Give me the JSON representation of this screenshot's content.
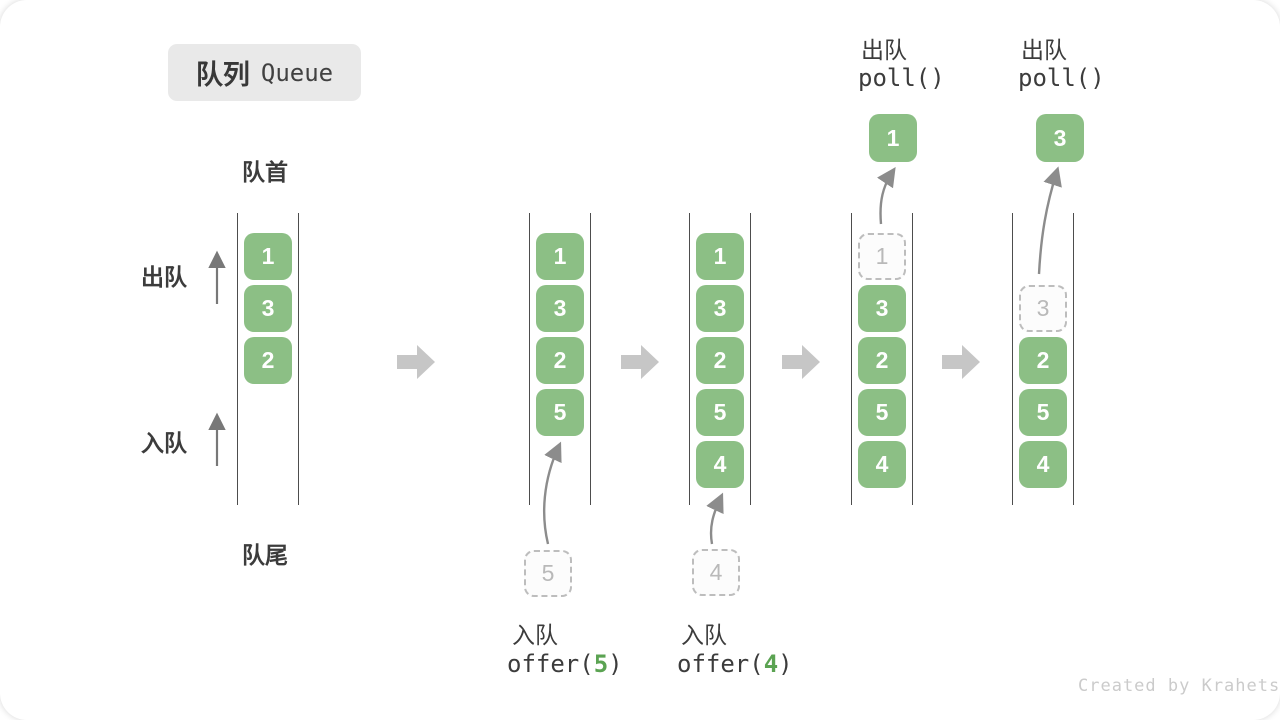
{
  "title": {
    "zh": "队列",
    "en": "Queue"
  },
  "labels": {
    "front": "队首",
    "rear": "队尾",
    "dequeue": "出队",
    "enqueue": "入队"
  },
  "watermark": "Created by Krahets",
  "colors": {
    "box_green": "#8cbf85",
    "code_arg_green": "#5ba352",
    "transition_arrow_grey": "#c6c6c6",
    "flow_arrow_grey": "#8c8c8c",
    "dark_text": "#3c3c3c",
    "dashed_grey": "#bdbdbd",
    "title_bg": "#e9e9e9"
  },
  "states": [
    {
      "name": "initial",
      "boxes": [
        {
          "value": "1",
          "style": "filled"
        },
        {
          "value": "3",
          "style": "filled"
        },
        {
          "value": "2",
          "style": "filled"
        }
      ]
    },
    {
      "name": "after-offer-5",
      "boxes": [
        {
          "value": "1",
          "style": "filled"
        },
        {
          "value": "3",
          "style": "filled"
        },
        {
          "value": "2",
          "style": "filled"
        },
        {
          "value": "5",
          "style": "filled"
        }
      ],
      "incoming_value": "5",
      "caption": {
        "action": "入队",
        "code_before": "offer(",
        "code_arg": "5",
        "code_after": ")"
      }
    },
    {
      "name": "after-offer-4",
      "boxes": [
        {
          "value": "1",
          "style": "filled"
        },
        {
          "value": "3",
          "style": "filled"
        },
        {
          "value": "2",
          "style": "filled"
        },
        {
          "value": "5",
          "style": "filled"
        },
        {
          "value": "4",
          "style": "filled"
        }
      ],
      "incoming_value": "4",
      "caption": {
        "action": "入队",
        "code_before": "offer(",
        "code_arg": "4",
        "code_after": ")"
      }
    },
    {
      "name": "after-poll-1",
      "boxes": [
        {
          "value": "1",
          "style": "removed"
        },
        {
          "value": "3",
          "style": "filled"
        },
        {
          "value": "2",
          "style": "filled"
        },
        {
          "value": "5",
          "style": "filled"
        },
        {
          "value": "4",
          "style": "filled"
        }
      ],
      "outgoing_value": "1",
      "caption": {
        "action": "出队",
        "code": "poll()"
      }
    },
    {
      "name": "after-poll-3",
      "boxes": [
        {
          "value": "3",
          "style": "removed"
        },
        {
          "value": "2",
          "style": "filled"
        },
        {
          "value": "5",
          "style": "filled"
        },
        {
          "value": "4",
          "style": "filled"
        }
      ],
      "outgoing_value": "3",
      "caption": {
        "action": "出队",
        "code": "poll()"
      }
    }
  ]
}
